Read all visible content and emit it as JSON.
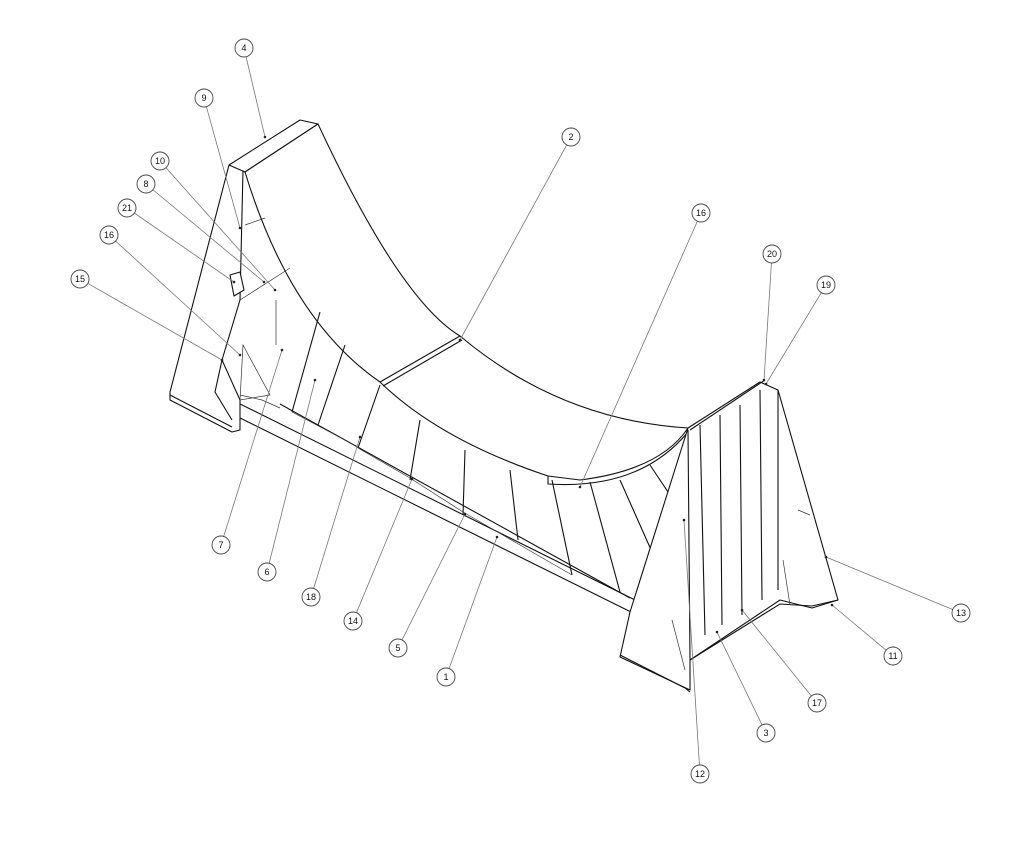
{
  "drawing": {
    "balloons": [
      "4",
      "9",
      "10",
      "8",
      "21",
      "16",
      "15",
      "7",
      "6",
      "18",
      "14",
      "5",
      "1",
      "2",
      "16",
      "20",
      "19",
      "13",
      "11",
      "17",
      "3",
      "12"
    ]
  }
}
